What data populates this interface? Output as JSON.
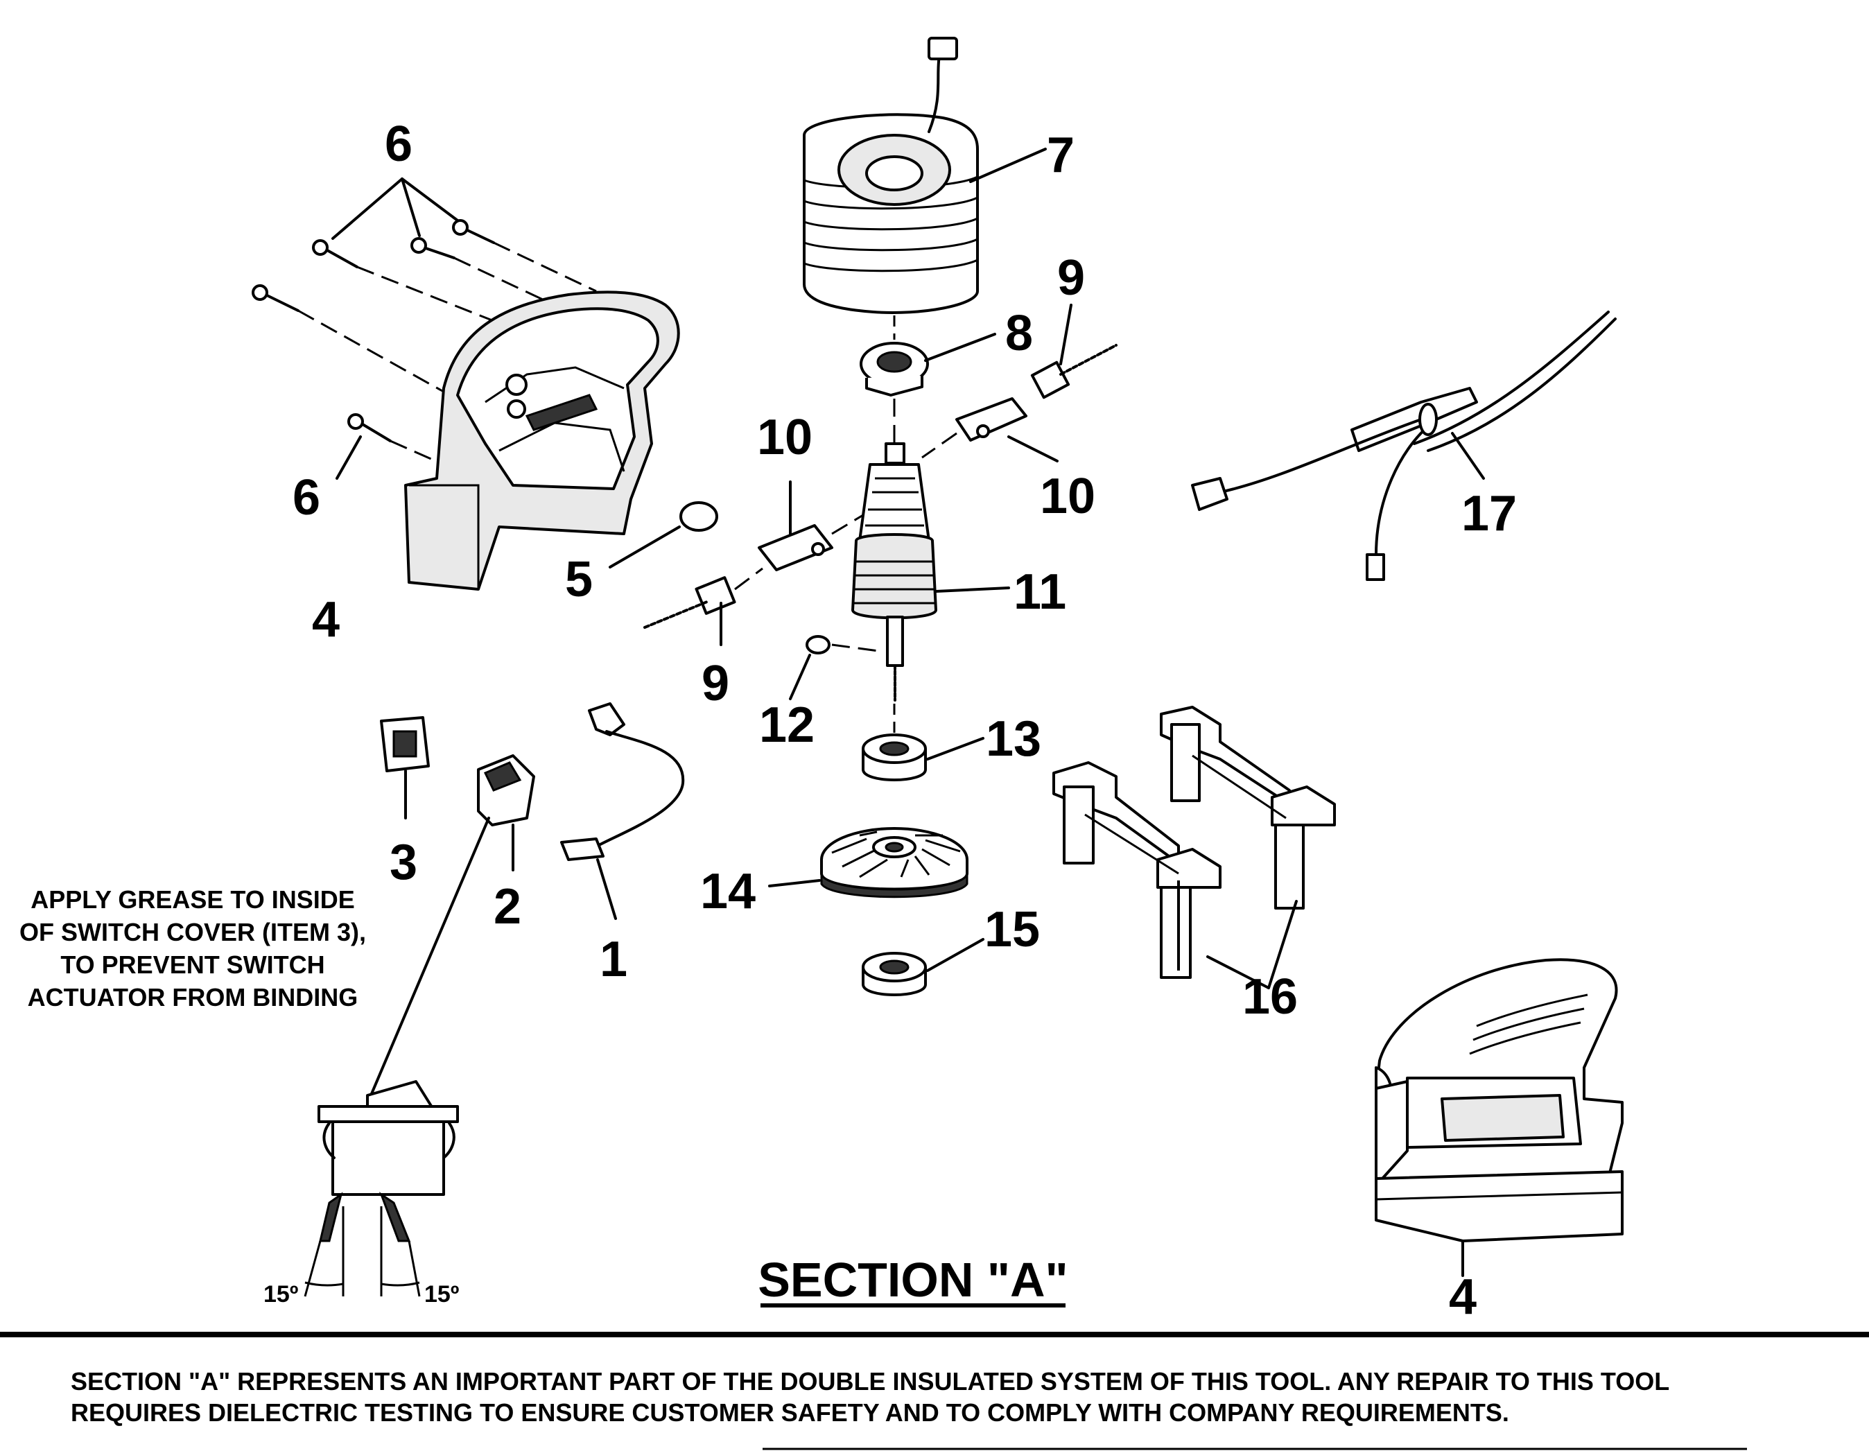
{
  "callouts": {
    "screws_label": "6",
    "screw_single_label": "6",
    "housing_label": "4",
    "washer_label": "5",
    "field_label": "7",
    "bearing_upper_label": "8",
    "brush_right_label": "9",
    "brush_left_label": "9",
    "holder_left_label": "10",
    "holder_right_label": "10",
    "armature_label": "11",
    "ring_label": "12",
    "bearing_mid_label": "13",
    "fan_label": "14",
    "bearing_low_label": "15",
    "pad_label": "16",
    "cord_label": "17",
    "switch_cover_label": "3",
    "switch_label": "2",
    "lead_label": "1",
    "sander_label": "4"
  },
  "switch_detail": {
    "angle_left": "15º",
    "angle_right": "15º"
  },
  "note": {
    "line1": "APPLY GREASE TO INSIDE",
    "line2": "OF SWITCH COVER (ITEM 3),",
    "line3": "TO PREVENT SWITCH",
    "line4": "ACTUATOR FROM BINDING"
  },
  "section_title": "SECTION \"A\"",
  "footer": {
    "line1": "SECTION \"A\" REPRESENTS AN IMPORTANT PART OF THE DOUBLE INSULATED SYSTEM OF THIS TOOL.  ANY REPAIR TO THIS TOOL",
    "line2": "REQUIRES DIELECTRIC TESTING TO ENSURE CUSTOMER SAFETY AND TO COMPLY WITH COMPANY REQUIREMENTS."
  }
}
